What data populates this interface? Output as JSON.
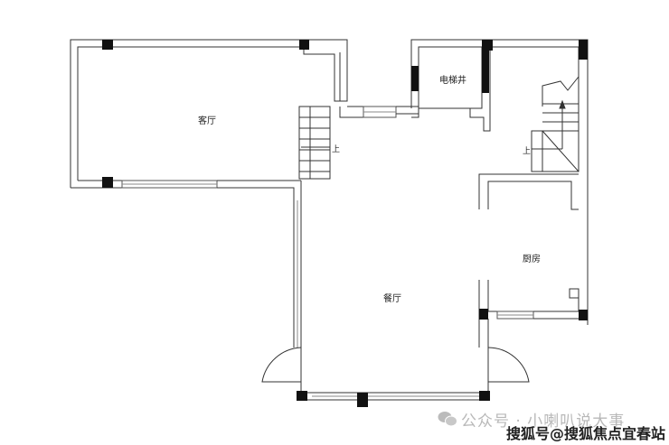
{
  "rooms": {
    "living_room": "客厅",
    "elevator_shaft": "电梯井",
    "dining_room": "餐厅",
    "kitchen": "厨房"
  },
  "stairs": {
    "up_label_left": "上",
    "up_label_right": "上"
  },
  "watermark": {
    "wechat_account": "公众号 · 小喇叭说大事",
    "sohu_account": "搜狐号@搜狐焦点宜春站"
  }
}
